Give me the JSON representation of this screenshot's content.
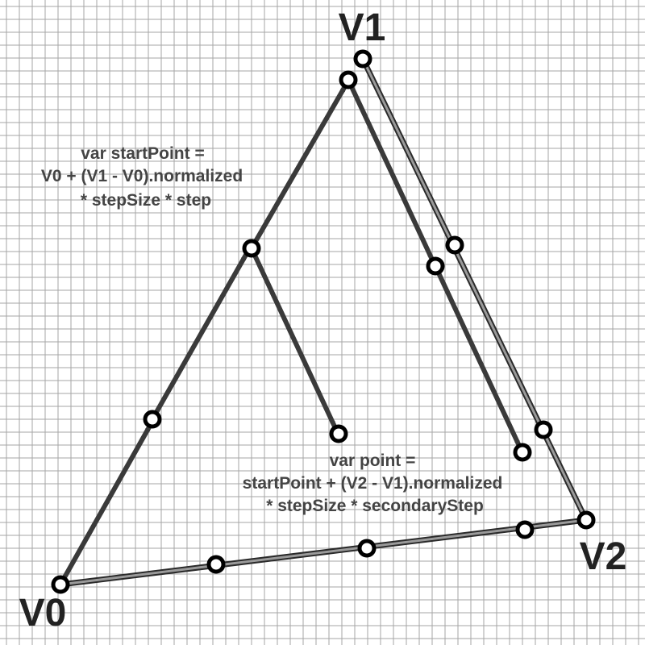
{
  "colors": {
    "grid": "#a6a6a6",
    "dark_arrow": "#3a3a3a",
    "edge_outline": "#2a2a2a",
    "edge_fill": "#9a9a9a",
    "point_stroke": "#000000",
    "point_fill": "#ffffff",
    "label": "#222222",
    "code_text": "#444444"
  },
  "vertices": {
    "v0": {
      "label": "V0"
    },
    "v1": {
      "label": "V1"
    },
    "v2": {
      "label": "V2"
    }
  },
  "annotations": {
    "start_point": {
      "lines": [
        "var startPoint =",
        "V0 + (V1 - V0).normalized",
        "* stepSize * step"
      ]
    },
    "point": {
      "lines": [
        "var point =",
        "startPoint + (V2 - V1).normalized",
        "* stepSize * secondaryStep"
      ]
    }
  },
  "icons": {
    "point_marker": "ring-icon",
    "arrow_head": "arrowhead-icon"
  }
}
